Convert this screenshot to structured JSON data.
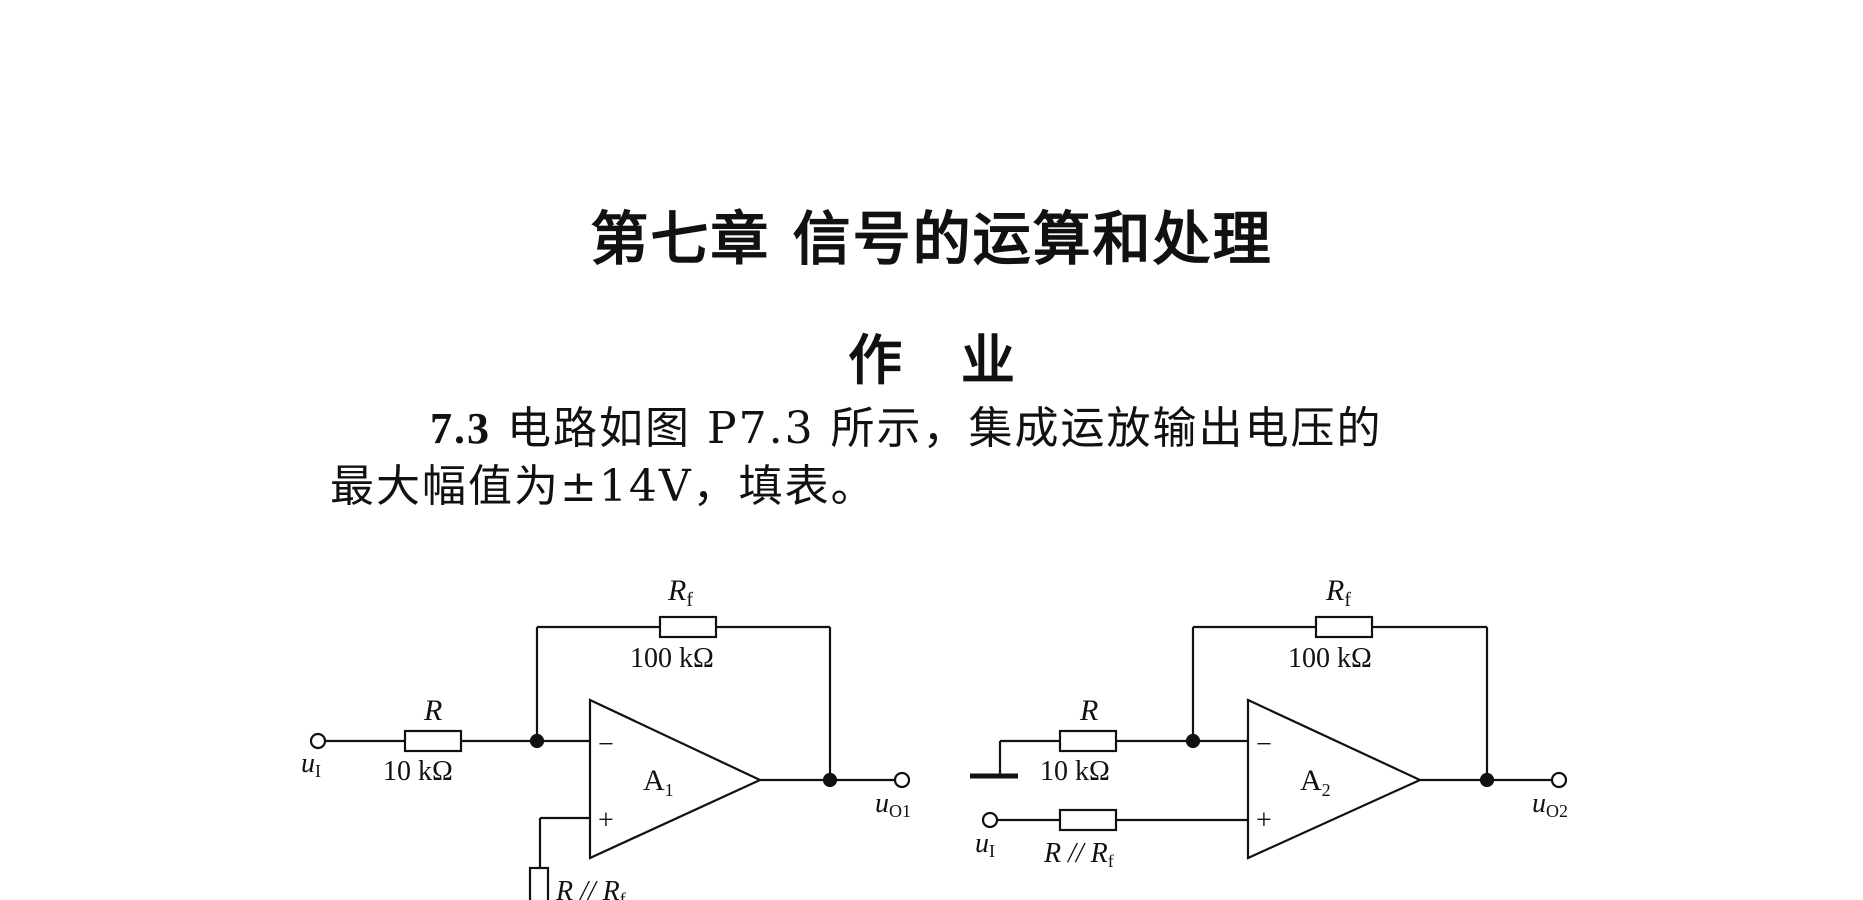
{
  "chapter_title": "第七章 信号的运算和处理",
  "section_title": "作 业",
  "problem": {
    "number": "7.3",
    "line1": "电路如图 P7.3 所示，集成运放输出电压的",
    "line2": "最大幅值为±14V，填表。"
  },
  "circuit_a": {
    "rf_label": "R",
    "rf_sub": "f",
    "rf_value": "100 kΩ",
    "r_label": "R",
    "r_value": "10 kΩ",
    "input_label": "u",
    "input_sub": "I",
    "amp_label": "A",
    "amp_sub": "1",
    "minus": "−",
    "plus": "+",
    "output_label": "u",
    "output_sub": "O1",
    "bias_label": "R // R",
    "bias_sub": "f"
  },
  "circuit_b": {
    "rf_label": "R",
    "rf_sub": "f",
    "rf_value": "100 kΩ",
    "r_label": "R",
    "r_value": "10 kΩ",
    "input_label": "u",
    "input_sub": "I",
    "amp_label": "A",
    "amp_sub": "2",
    "minus": "−",
    "plus": "+",
    "output_label": "u",
    "output_sub": "O2",
    "bias_label": "R // R",
    "bias_sub": "f"
  }
}
